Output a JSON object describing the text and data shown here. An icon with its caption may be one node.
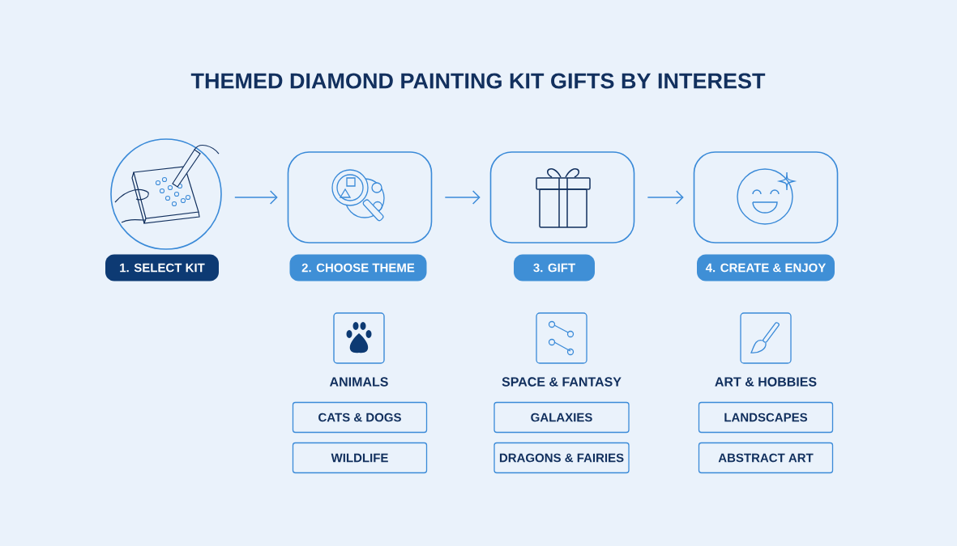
{
  "diagram": {
    "title": "THEMED DIAMOND PAINTING KIT GIFTS BY INTEREST",
    "nodes": [
      {
        "text": [],
        "shape": "circle"
      },
      {
        "text": [],
        "shape": "box"
      },
      {
        "text": [],
        "shape": "box"
      },
      {
        "text": [],
        "shape": "box"
      },
      {
        "text": [
          "1. SELECT KIT"
        ]
      },
      {
        "text": [
          "2. CHOOSE THEME"
        ]
      },
      {
        "text": [
          "3. GIFT"
        ]
      },
      {
        "text": [
          "4. CREATE & ENJOY"
        ]
      },
      {
        "text": [
          "CATS & DOGS"
        ]
      },
      {
        "text": [
          "WILDLIFE"
        ]
      },
      {
        "text": [
          "GALAXIES"
        ]
      },
      {
        "text": [
          "DRAGONS & FAIRIES"
        ]
      },
      {
        "text": [
          "LANDSCAPES"
        ]
      },
      {
        "text": [
          "ABSTRACT ART"
        ]
      }
    ],
    "edges": [
      {
        "from": 0,
        "to": 1,
        "arrow": "to"
      },
      {
        "from": 1,
        "to": 2,
        "arrow": "to"
      },
      {
        "from": 2,
        "to": 3,
        "arrow": "to"
      }
    ],
    "labels": [
      "ANIMALS",
      "SPACE & FANTASY",
      "ART & HOBBIES"
    ]
  }
}
